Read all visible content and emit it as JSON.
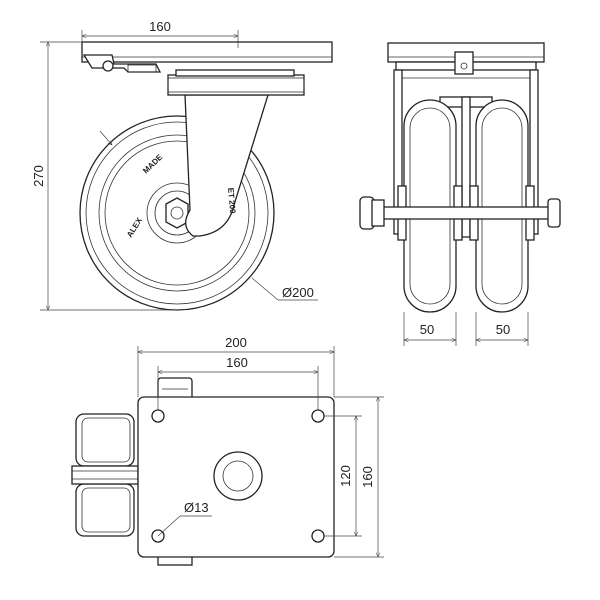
{
  "dimensions": {
    "top_plate_width": "160",
    "overall_height": "270",
    "wheel_diameter": "Ø200",
    "wheel_width_left": "50",
    "wheel_width_right": "50",
    "plate_length": "200",
    "bolt_spacing_length": "160",
    "bolt_spacing_width": "120",
    "plate_width": "160",
    "bolt_hole": "Ø13"
  },
  "wheel_markings": {
    "brand": "ALEX",
    "made": "MADE",
    "model": "ET 200"
  }
}
